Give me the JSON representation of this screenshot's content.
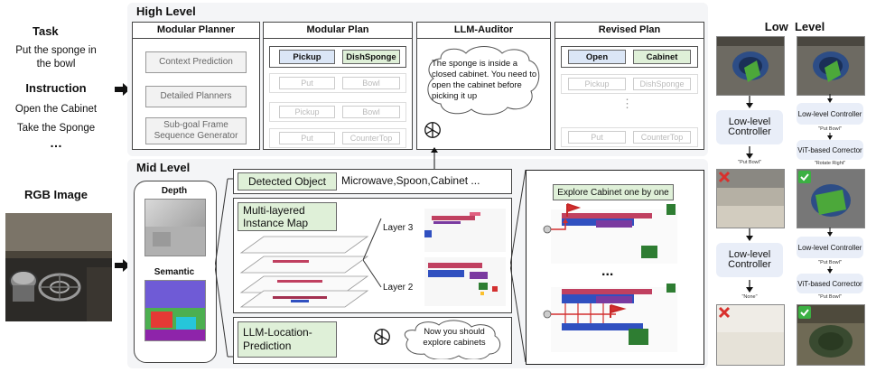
{
  "left": {
    "task_title": "Task",
    "task_text_1": "Put the sponge in",
    "task_text_2": "the bowl",
    "instruction_title": "Instruction",
    "instruction_1": "Open the Cabinet",
    "instruction_2": "Take the Sponge",
    "instruction_ellipsis": "…",
    "rgb_title": "RGB Image"
  },
  "high": {
    "title": "High Level",
    "planner": {
      "title": "Modular Planner",
      "items": [
        "Context Prediction",
        "Detailed Planners",
        "Sub-goal Frame Sequence Generator"
      ]
    },
    "plan": {
      "title": "Modular Plan",
      "active": [
        "Pickup",
        "DishSponge"
      ],
      "rows": [
        [
          "Put",
          "Bowl"
        ],
        [
          "Pickup",
          "Bowl"
        ],
        [
          "Put",
          "CounterTop"
        ]
      ]
    },
    "auditor": {
      "title": "LLM-Auditor",
      "text": "The sponge is inside a closed cabinet. You need to open the cabinet before picking it up"
    },
    "revised": {
      "title": "Revised  Plan",
      "active": [
        "Open",
        "Cabinet"
      ],
      "rows": [
        [
          "Pickup",
          "DishSponge"
        ],
        [
          "Put",
          "CounterTop"
        ]
      ],
      "dots": "⋮"
    }
  },
  "mid": {
    "title": "Mid Level",
    "depth_label": "Depth",
    "semantic_label": "Semantic",
    "detected_label": "Detected Object",
    "detected_values": "Microwave,Spoon,Cabinet  ...",
    "instance_map": "Multi-layered Instance Map",
    "layer3": "Layer 3",
    "layer2": "Layer 2",
    "location_pred": "LLM-Location-Prediction",
    "location_text": "Now you should explore cabinets",
    "explore_label": "Explore Cabinet one by one",
    "explore_dots": "..."
  },
  "low": {
    "title": "Low  Level",
    "left_col": {
      "controller1": "Low-level Controller",
      "label1": "\"Put Bowl\"",
      "controller2": "Low-level Controller",
      "label2": "\"None\""
    },
    "right_col": {
      "controller1": "Low-level Controller",
      "sub1": "\"Put Bowl\"",
      "corrector1": "ViT-based Corrector",
      "label1": "\"Rotate Right\"",
      "controller2": "Low-level Controller",
      "sub2": "\"Put Bowl\"",
      "corrector2": "ViT-based Corrector",
      "label2": "\"Put Bowl\""
    }
  },
  "colors": {
    "chip_blue": "#dbe6f6",
    "chip_green": "#dff0d8",
    "panel_bg": "#f4f5f7",
    "cross": "#d9302c",
    "check": "#3cb043"
  }
}
